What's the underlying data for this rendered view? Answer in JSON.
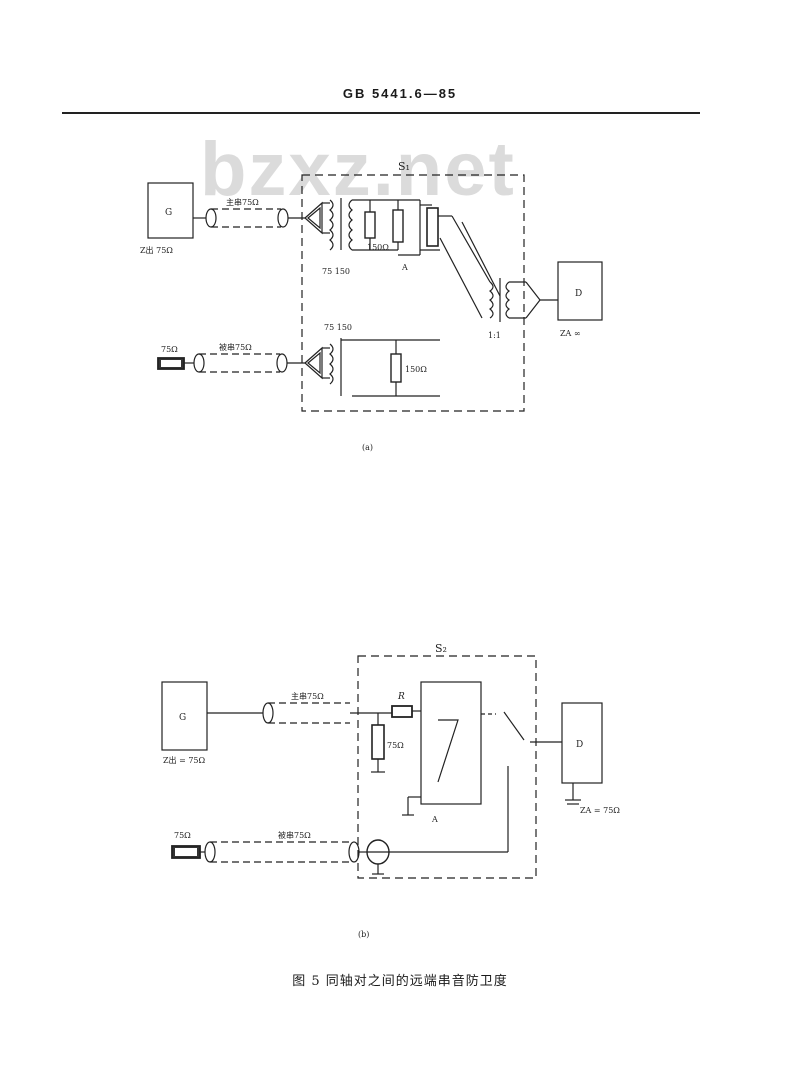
{
  "header": {
    "code": "GB 5441.6—85"
  },
  "watermark": {
    "text": "bzxz.net"
  },
  "diagram_a": {
    "enclosure_label": "S₁",
    "generator": "G",
    "generator_impedance": "Z出 75Ω",
    "main_cable": "主串75Ω",
    "transformer_left": "75 150",
    "resistor_150": "150Ω",
    "attenuator": "A",
    "transformer_right_ratio": "1:1",
    "detector": "D",
    "detector_impedance": "ZA ∞",
    "terminator": "75Ω",
    "victim_cable": "被串75Ω",
    "transformer_lower": "75 150",
    "resistor_150_lower": "150Ω",
    "caption": "(a)"
  },
  "diagram_b": {
    "enclosure_label": "S₂",
    "generator": "G",
    "generator_impedance": "Z出 = 75Ω",
    "main_cable": "主串75Ω",
    "resistor_r": "R",
    "resistor_75": "75Ω",
    "attenuator": "A",
    "detector": "D",
    "detector_impedance": "ZA = 75Ω",
    "terminator": "75Ω",
    "victim_cable": "被串75Ω",
    "caption": "(b)"
  },
  "figure_caption": "图 5  同轴对之间的远端串音防卫度"
}
